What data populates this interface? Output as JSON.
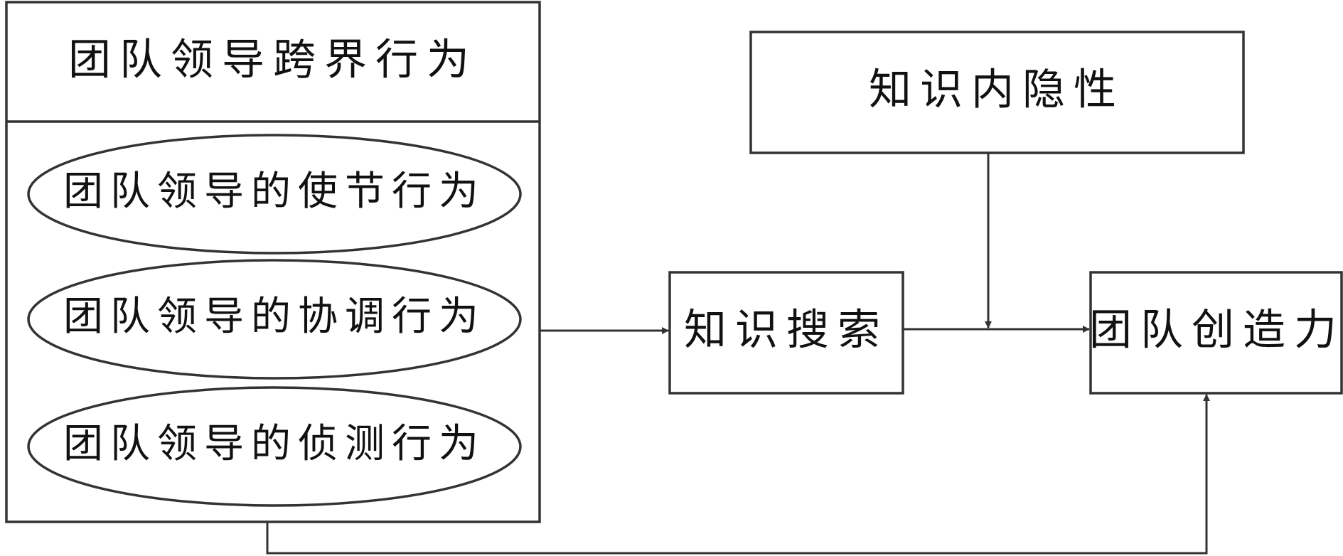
{
  "diagram": {
    "group": {
      "title": "团队领导跨界行为",
      "items": [
        "团队领导的使节行为",
        "团队领导的协调行为",
        "团队领导的侦测行为"
      ]
    },
    "nodes": {
      "moderator": "知识内隐性",
      "mediator": "知识搜索",
      "outcome": "团队创造力"
    },
    "edges": [
      {
        "from": "group",
        "to": "mediator"
      },
      {
        "from": "mediator",
        "to": "outcome"
      },
      {
        "from": "moderator",
        "to": "edge:mediator-outcome"
      },
      {
        "from": "group",
        "to": "outcome"
      }
    ]
  }
}
